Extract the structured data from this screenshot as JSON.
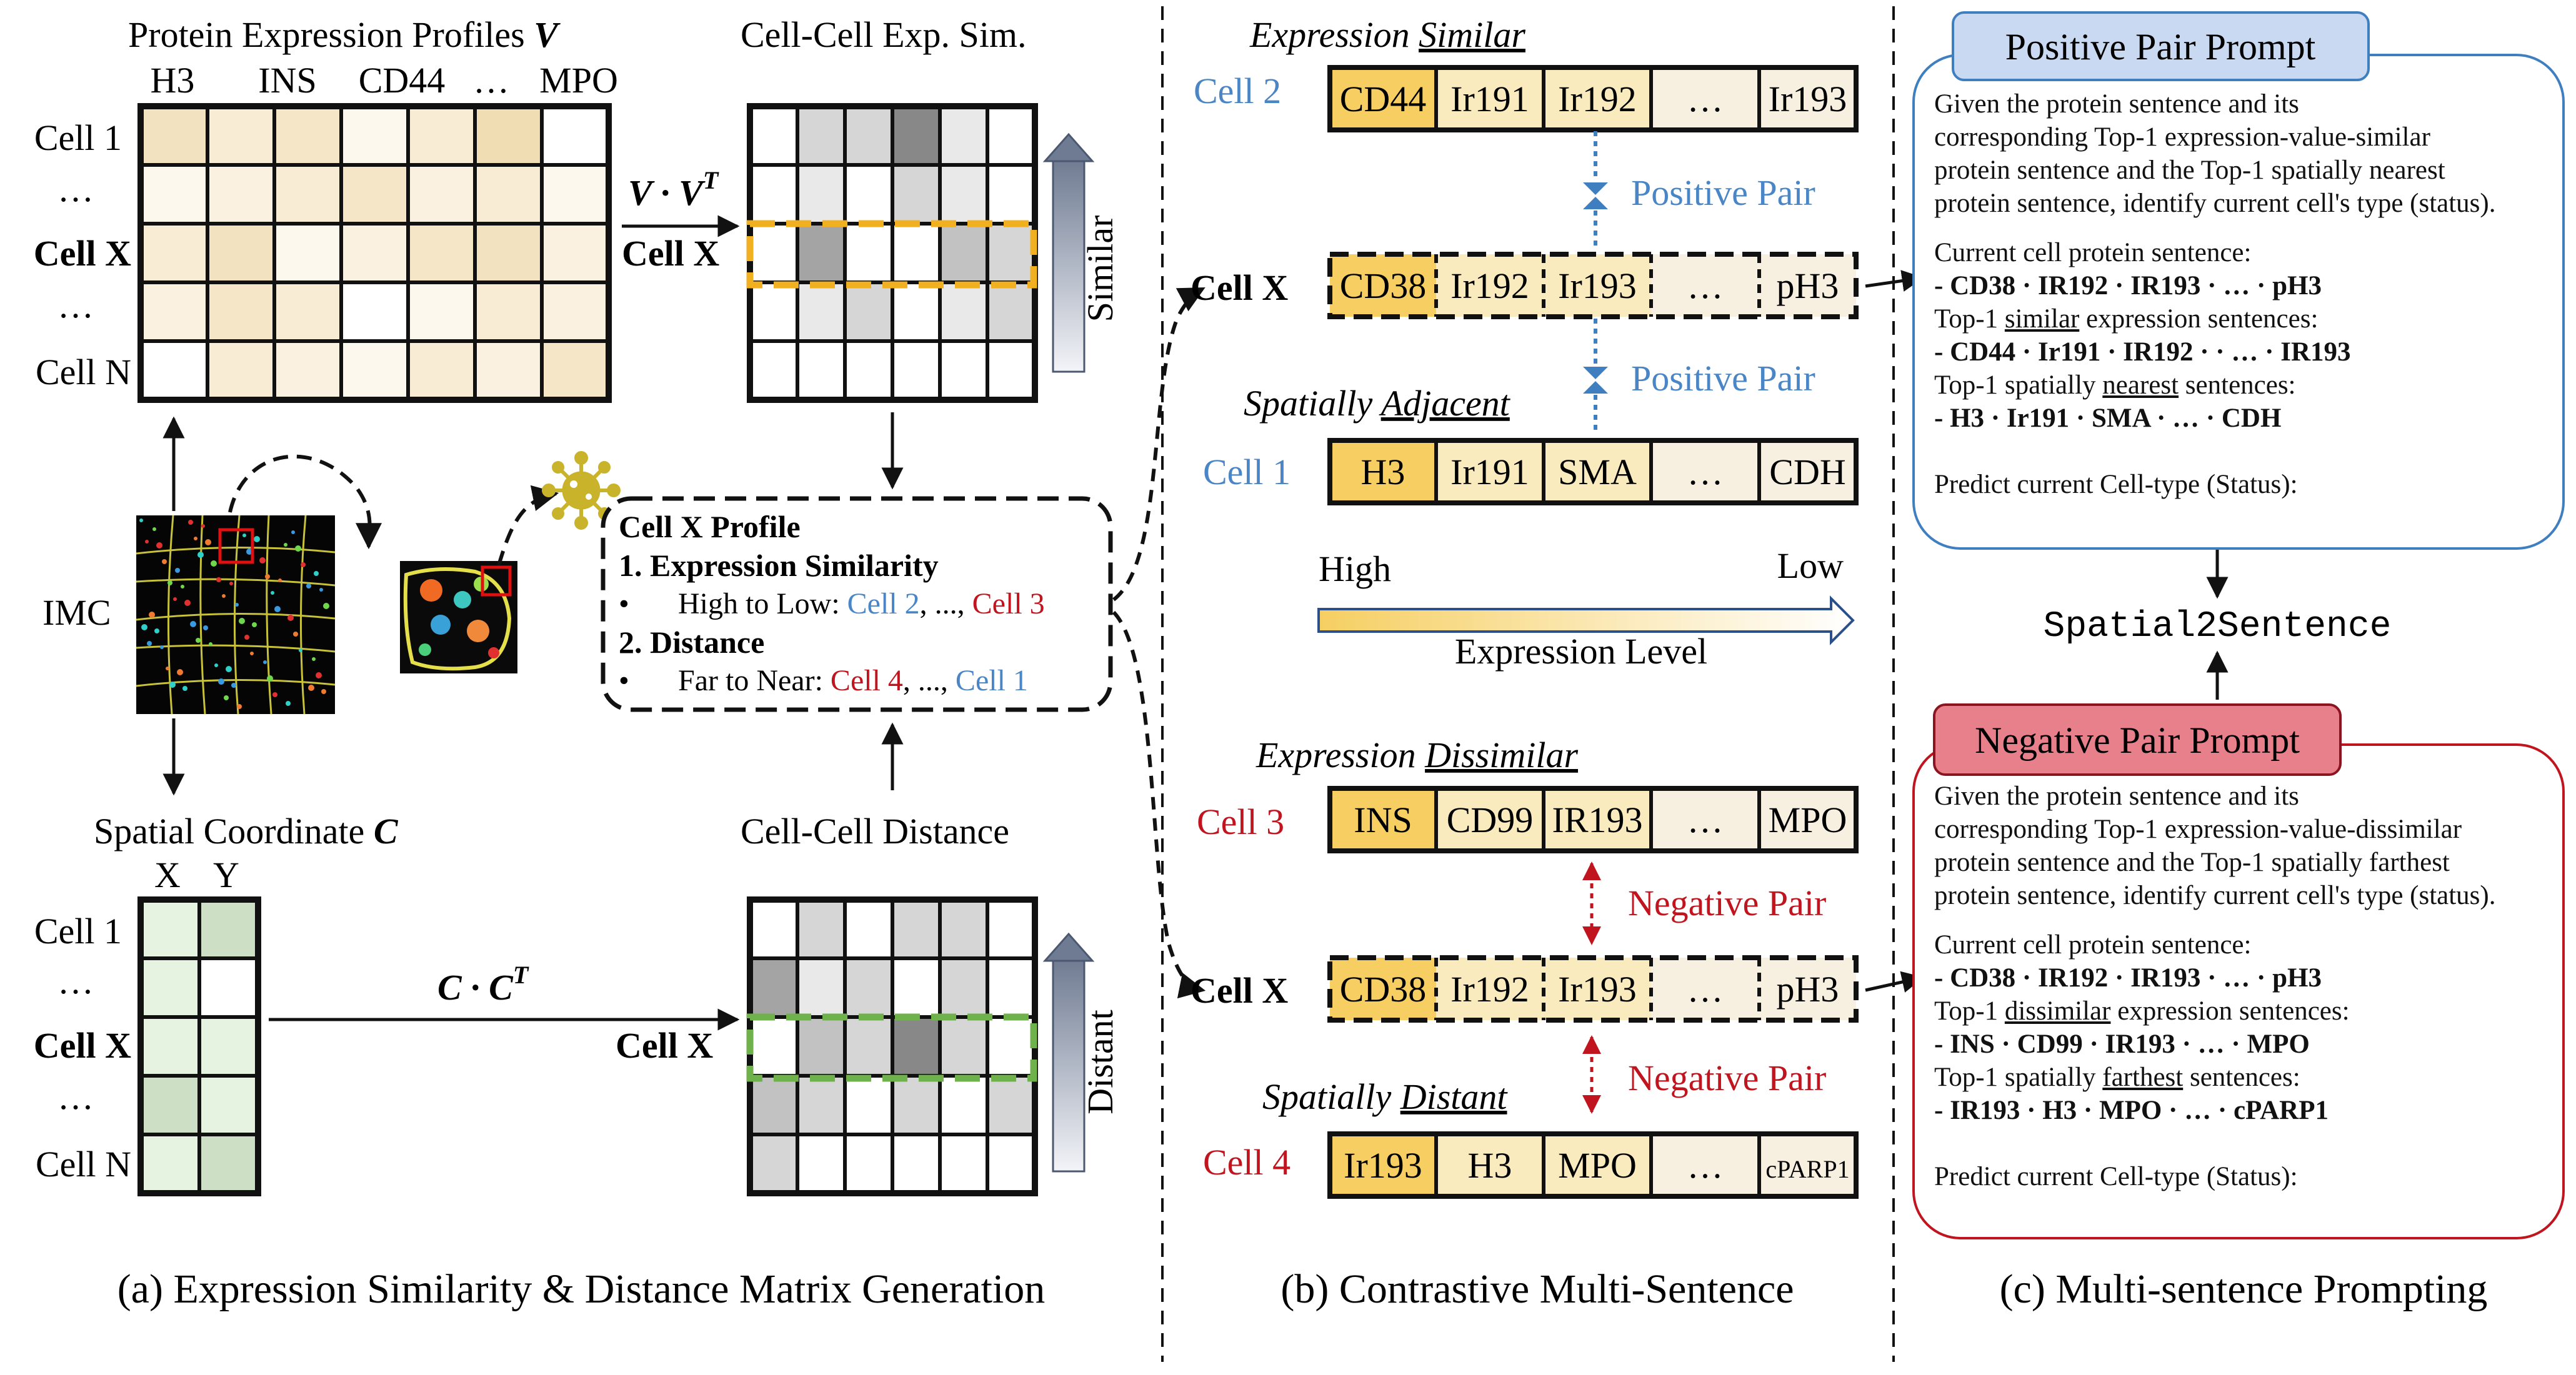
{
  "colors": {
    "exp_cells": [
      "#f2e2bf",
      "#f8ecd4",
      "#f6e6c8",
      "#fdf8ee",
      "#f0ddb4",
      "#faf1e0",
      "#ffffff"
    ],
    "sim_cells": [
      "#ffffff",
      "#e9e9e9",
      "#d6d6d6",
      "#c2c2c2",
      "#a4a4a4",
      "#888888"
    ],
    "spatial_cells": [
      "#e6f3e0",
      "#cddfc4",
      "#b7cdae",
      "#ffffff"
    ],
    "blue": "#4a86c6",
    "red": "#c0141e",
    "orange_dash": "#f0b020",
    "green_dash": "#6fb24b",
    "token_gold": "#f6ce62",
    "token_light": "#faebbe",
    "token_pale": "#f7f0e0",
    "positive_header": "#c9d9f1",
    "negative_header": "#e8808b"
  },
  "panel_a": {
    "exp_title": "Protein Expression Profiles",
    "exp_title_var": "V",
    "exp_columns": [
      "H3",
      "INS",
      "CD44",
      "…",
      "MPO"
    ],
    "exp_rows": [
      "Cell 1",
      "…",
      "Cell X",
      "…",
      "Cell N"
    ],
    "sim_title": "Cell-Cell Exp. Sim.",
    "sim_formula": "V · V",
    "sim_formula_sup": "T",
    "sim_row_label": "Cell X",
    "sim_arrow_label": "Similar",
    "imc_label": "IMC",
    "profile_title": "Cell X Profile",
    "profile_item1": "1. Expression Similarity",
    "profile_bullet1_prefix": "High to Low: ",
    "profile_bullet1_blue": "Cell 2",
    "profile_bullet1_mid": ", ..., ",
    "profile_bullet1_red": "Cell 3",
    "profile_item2": "2. Distance",
    "profile_bullet2_prefix": "Far to Near: ",
    "profile_bullet2_red": "Cell 4",
    "profile_bullet2_mid": ", ..., ",
    "profile_bullet2_blue": "Cell 1",
    "bullet_symbol": "•",
    "spatial_title": "Spatial Coordinate",
    "spatial_title_var": "C",
    "spatial_columns": [
      "X",
      "Y"
    ],
    "spatial_rows": [
      "Cell 1",
      "…",
      "Cell X",
      "…",
      "Cell N"
    ],
    "dist_formula": "C · C",
    "dist_formula_sup": "T",
    "dist_title": "Cell-Cell Distance",
    "dist_row_label": "Cell X",
    "dist_arrow_label": "Distant",
    "caption": "(a) Expression Similarity & Distance Matrix Generation"
  },
  "panel_b": {
    "top_heading_pre": "Expression ",
    "top_heading_u": "Similar",
    "cell2_label": "Cell 2",
    "cell2_tokens": [
      "CD44",
      "Ir191",
      "Ir192",
      "…",
      "Ir193"
    ],
    "positive_pair": "Positive Pair",
    "cellx_label": "Cell X",
    "cellx_tokens": [
      "CD38",
      "Ir192",
      "Ir193",
      "…",
      "pH3"
    ],
    "adjacent_heading_pre": "Spatially ",
    "adjacent_heading_u": "Adjacent",
    "cell1_label": "Cell 1",
    "cell1_tokens": [
      "H3",
      "Ir191",
      "SMA",
      "…",
      "CDH"
    ],
    "legend_high": "High",
    "legend_low": "Low",
    "legend_title": "Expression Level",
    "dissim_heading_pre": "Expression ",
    "dissim_heading_u": "Dissimilar",
    "cell3_label": "Cell 3",
    "cell3_tokens": [
      "INS",
      "CD99",
      "IR193",
      "…",
      "MPO"
    ],
    "negative_pair": "Negative Pair",
    "distant_heading_pre": "Spatially ",
    "distant_heading_u": "Distant",
    "cell4_label": "Cell 4",
    "cell4_tokens": [
      "Ir193",
      "H3",
      "MPO",
      "…",
      "cPARP1"
    ],
    "caption": "(b) Contrastive Multi-Sentence"
  },
  "panel_c": {
    "positive_title": "Positive Pair Prompt",
    "positive_lines": [
      "Given the protein sentence and its",
      "corresponding Top-1 expression-value-similar",
      "protein sentence and the Top-1 spatially nearest",
      "protein sentence, identify current cell's type (status)."
    ],
    "positive_current_label": "Current cell protein sentence:",
    "positive_current_value": "- CD38 · IR192 · IR193 · … · pH3",
    "positive_top1_expr_pre": "Top-1 ",
    "positive_top1_expr_u": "similar",
    "positive_top1_expr_post": " expression sentences:",
    "positive_top1_expr_value": "- CD44 · Ir191 · IR192 · · … · IR193",
    "positive_top1_sp_pre": "Top-1 spatially ",
    "positive_top1_sp_u": "nearest",
    "positive_top1_sp_post": " sentences:",
    "positive_top1_sp_value": "- H3 · Ir191 · SMA · … · CDH",
    "predict": "Predict current Cell-type (Status):",
    "center_label": "Spatial2Sentence",
    "negative_title": "Negative Pair Prompt",
    "negative_lines": [
      "Given the protein sentence and its",
      "corresponding Top-1 expression-value-dissimilar",
      "protein sentence and the Top-1 spatially farthest",
      "protein sentence, identify current cell's type (status)."
    ],
    "negative_current_label": "Current cell protein sentence:",
    "negative_current_value": "- CD38 · IR192 · IR193 · … · pH3",
    "negative_top1_expr_pre": "Top-1 ",
    "negative_top1_expr_u": "dissimilar",
    "negative_top1_expr_post": " expression sentences:",
    "negative_top1_expr_value": "- INS · CD99 · IR193 · … · MPO",
    "negative_top1_sp_pre": "Top-1 spatially ",
    "negative_top1_sp_u": "farthest",
    "negative_top1_sp_post": " sentences:",
    "negative_top1_sp_value": "- IR193 · H3 · MPO · … · cPARP1",
    "negative_predict": "Predict current Cell-type (Status):",
    "caption": "(c) Multi-sentence Prompting"
  },
  "icons": {
    "virus": "virus-icon",
    "up_arrow": "up-arrow-icon",
    "gradient_arrow": "gradient-arrow-icon"
  }
}
